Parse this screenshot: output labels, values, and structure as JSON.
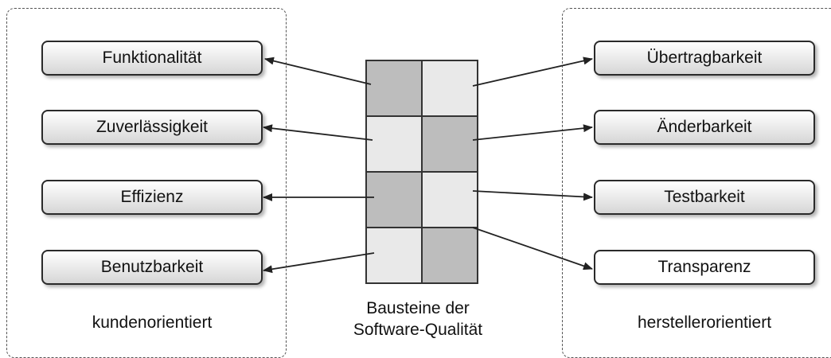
{
  "left_group": {
    "label": "kundenorientiert",
    "items": [
      "Funktionalität",
      "Zuverlässigkeit",
      "Effizienz",
      "Benutzbarkeit"
    ]
  },
  "right_group": {
    "label": "herstellerorientiert",
    "items": [
      "Übertragbarkeit",
      "Änderbarkeit",
      "Testbarkeit",
      "Transparenz"
    ]
  },
  "center": {
    "caption_line1": "Bausteine der",
    "caption_line2": "Software-Qualität"
  },
  "colors": {
    "box_border": "#2a2a2a",
    "piece_light": "#e9e9e9",
    "piece_dark": "#bdbdbd",
    "arrow": "#222222"
  },
  "right_box_fills": [
    "gradient",
    "gradient",
    "gradient",
    "white"
  ]
}
